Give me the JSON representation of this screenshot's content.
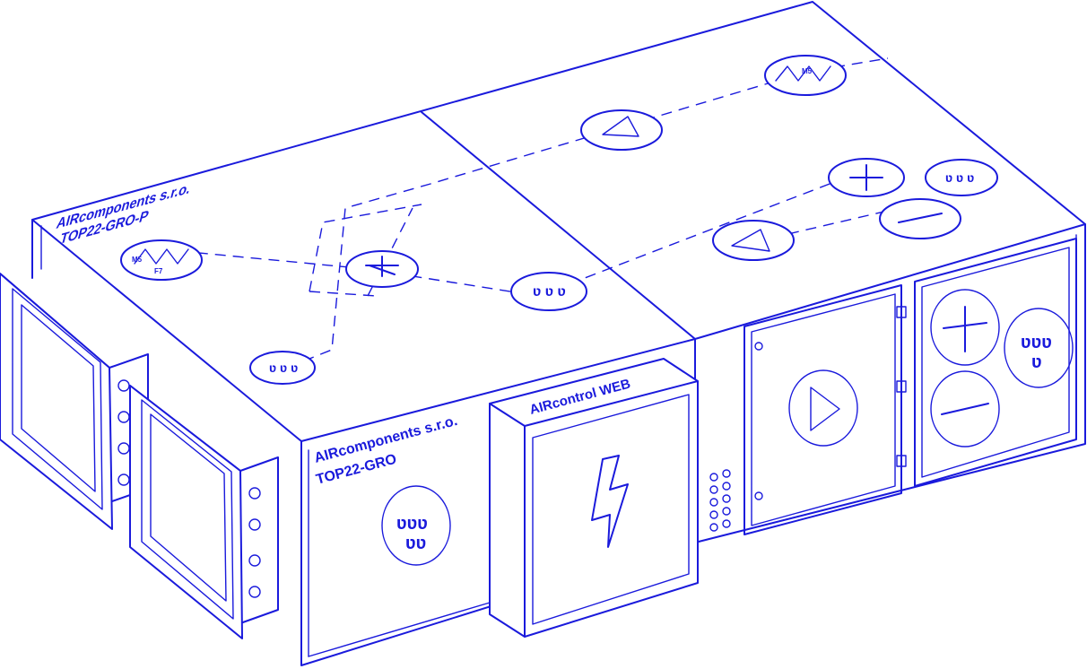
{
  "top_label": {
    "company": "AIRcomponents s.r.o.",
    "model": "TOP22-GRO-P"
  },
  "front_label": {
    "company": "AIRcomponents s.r.o.",
    "model": "TOP22-GRO"
  },
  "control_box": {
    "label": "AIRcontrol WEB"
  },
  "filter_symbols": {
    "m5": "M5",
    "f7": "F7"
  },
  "colors": {
    "line": "#1a1adc",
    "background": "#ffffff"
  },
  "icons": [
    "filter-icon",
    "fan-icon",
    "heater-icon",
    "cooler-icon",
    "humidifier-icon",
    "electric-icon",
    "recuperator-icon"
  ]
}
